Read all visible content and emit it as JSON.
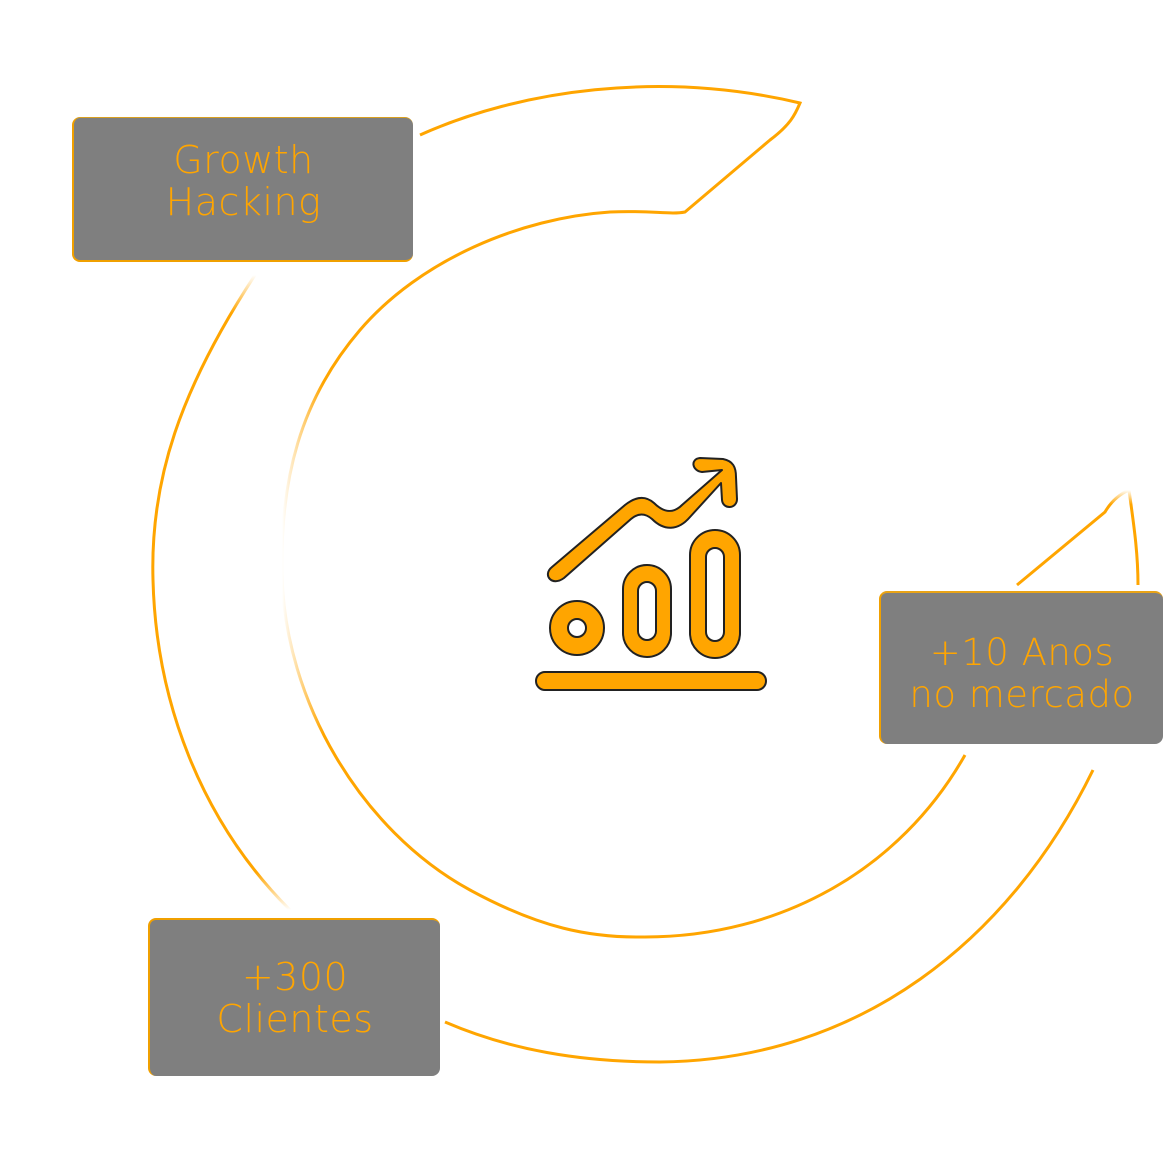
{
  "colors": {
    "accent": "#ffa500",
    "box_fill": "#7f7f7f",
    "background": "#ffffff",
    "icon_outline": "#222222"
  },
  "center_icon": "growth-chart-icon",
  "boxes": {
    "growth_hacking": {
      "line1": "Growth",
      "line2": "Hacking"
    },
    "anos": {
      "line1": "+10 Anos",
      "line2": "no mercado"
    },
    "clientes": {
      "line1": "+300",
      "line2": "Clientes"
    }
  }
}
